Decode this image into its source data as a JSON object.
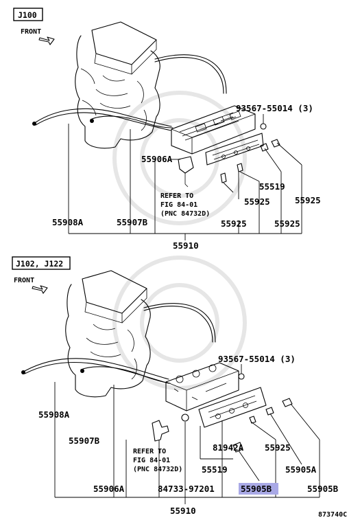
{
  "sections": [
    {
      "tag": "J100",
      "front": "FRONT",
      "labels": {
        "bolt": "93567-55014 (3)",
        "p55906a": "55906A",
        "p55519": "55519",
        "p55925_a": "55925",
        "p55925_b": "55925",
        "p55925_c": "55925",
        "p55925_d": "55925",
        "refer1": "REFER TO",
        "refer2": "FIG 84-01",
        "refer3": "(PNC 84732D)",
        "p55908a": "55908A",
        "p55907b": "55907B",
        "p55910": "55910"
      }
    },
    {
      "tag": "J102, J122",
      "front": "FRONT",
      "labels": {
        "bolt": "93567-55014 (3)",
        "p55908a": "55908A",
        "p55907b": "55907B",
        "refer1": "REFER TO",
        "refer2": "FIG 84-01",
        "refer3": "(PNC 84732D)",
        "p81942a": "81942A",
        "p55925": "55925",
        "p55519": "55519",
        "p55905a": "55905A",
        "p55906a": "55906A",
        "p84733": "84733-97201",
        "p55905b_hl": "55905B",
        "p55905b": "55905B",
        "p55910": "55910"
      }
    }
  ],
  "highlight_color": "#a9a9e6",
  "figure_code": "873740C"
}
